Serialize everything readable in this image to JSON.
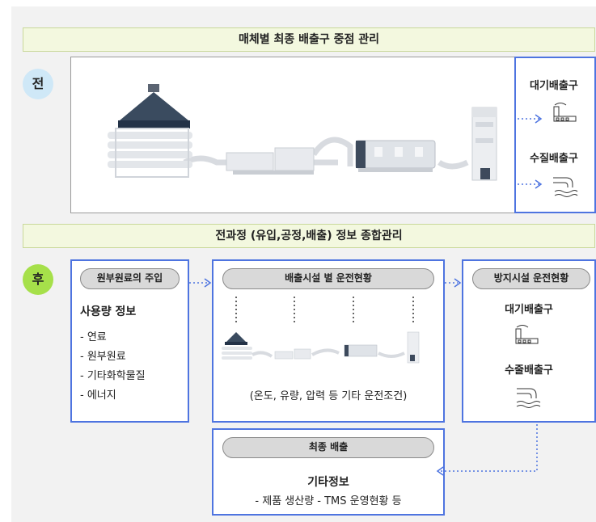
{
  "top_banner": "매체별 최종 배출구 중점 관리",
  "before_label": "전",
  "before_outlets": [
    "대기배출구",
    "수질배출구"
  ],
  "middle_banner": "전과정 (유입,공정,배출) 정보 종합관리",
  "after_label": "후",
  "intake": {
    "pill": "원부원료의 주입",
    "title": "사용량 정보",
    "items": [
      "- 연료",
      "- 원부원료",
      "- 기타화학물질",
      "- 에너지"
    ]
  },
  "process": {
    "pill": "배출시설 별 운전현황",
    "note": "(온도, 유량, 압력 등 기타 운전조건)"
  },
  "prevention": {
    "pill": "방지시설 운전현황",
    "outlets": [
      "대기배출구",
      "수줄배출구"
    ]
  },
  "final": {
    "pill": "최종 배출",
    "title": "기타정보",
    "detail": "- 제품 생산량  - TMS 운영현황 등"
  },
  "colors": {
    "accent_blue": "#4e74e0",
    "before_circle": "#cfe8f7",
    "after_circle": "#a6e04a",
    "banner": "#f3f8df"
  }
}
